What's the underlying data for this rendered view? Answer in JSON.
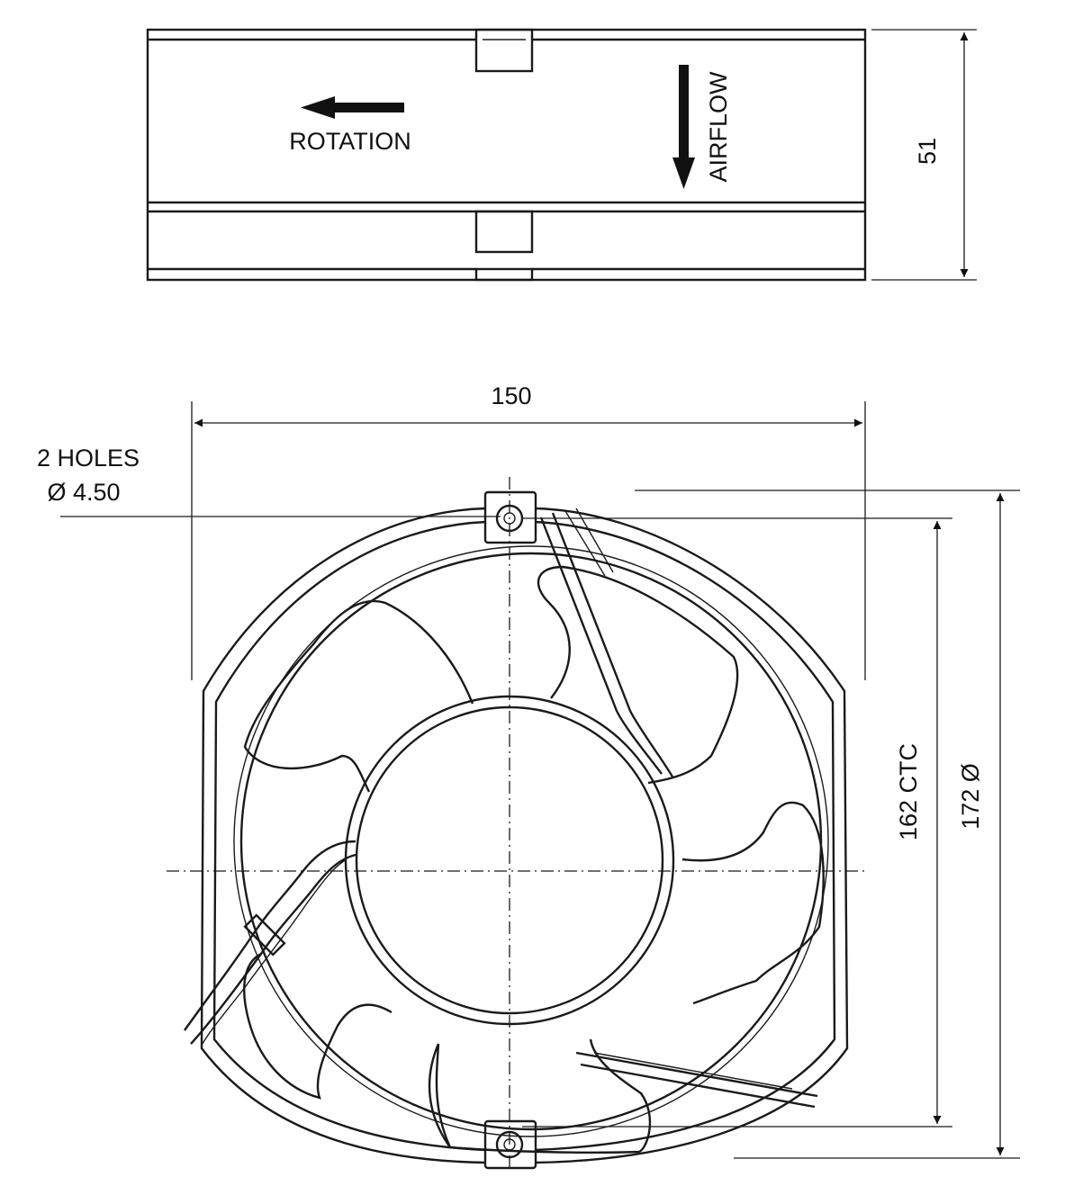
{
  "side_view": {
    "rotation_label": "ROTATION",
    "airflow_label": "AIRFLOW",
    "depth_dimension": "51"
  },
  "front_view": {
    "width_dimension": "150",
    "holes_label_line1": "2 HOLES",
    "holes_label_line2": "Ø 4.50",
    "ctc_dimension": "162 CTC",
    "diameter_dimension": "172 Ø"
  }
}
